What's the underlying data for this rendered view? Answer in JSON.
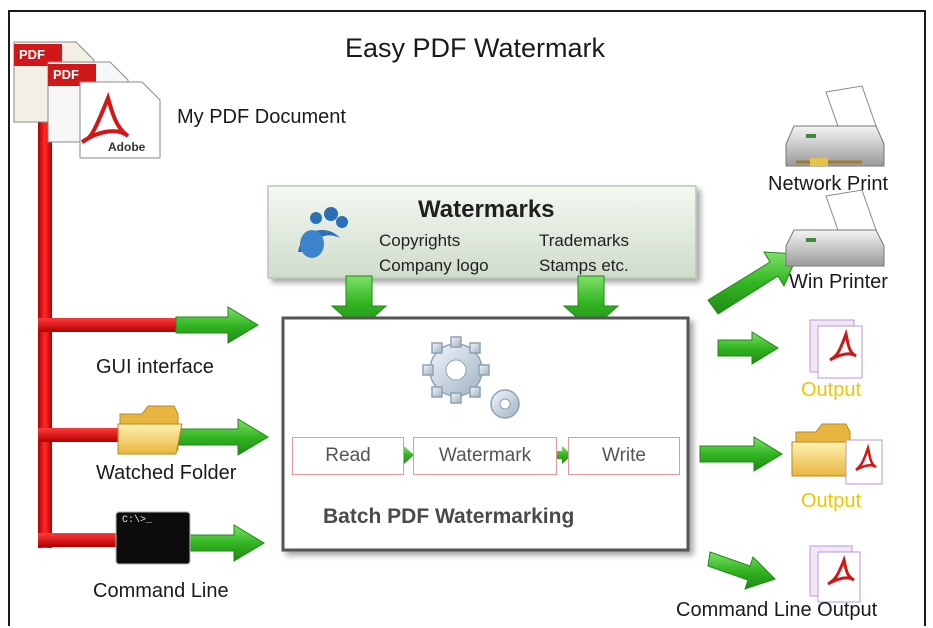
{
  "title": "Easy PDF Watermark",
  "source": {
    "label": "My PDF Document",
    "icon_badges": [
      "PDF",
      "PDF"
    ],
    "icon_brand": "Adobe"
  },
  "inputs": [
    {
      "label": "GUI interface"
    },
    {
      "label": "Watched Folder"
    },
    {
      "label": "Command Line",
      "prompt_text": "C:\\>_"
    }
  ],
  "watermarks": {
    "title": "Watermarks",
    "items": [
      "Copyrights",
      "Trademarks",
      "Company logo",
      "Stamps etc."
    ]
  },
  "process": {
    "steps": [
      "Read",
      "Watermark",
      "Write"
    ],
    "label": "Batch PDF Watermarking"
  },
  "outputs": [
    {
      "label": "Network Print"
    },
    {
      "label": "Win Printer"
    },
    {
      "label": "Output"
    },
    {
      "label": "Output"
    },
    {
      "label": "Command Line Output"
    }
  ],
  "colors": {
    "pipe": "#e01010",
    "arrow": "#34b526",
    "watermark_box": "#dde8da",
    "process_border": "#555555",
    "output_label": "#f2c500",
    "step_border": "#e39a9a"
  },
  "icons": [
    "pdf-document-icon",
    "gears-icon",
    "folder-icon",
    "command-prompt-icon",
    "printer-icon",
    "pdf-output-icon",
    "watermark-logo-icon"
  ]
}
